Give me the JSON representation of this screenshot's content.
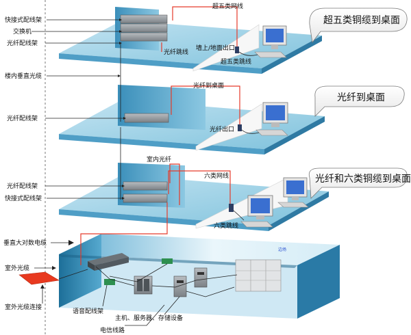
{
  "left_labels": {
    "quick_patch_panel_1": "快接式配线架",
    "switch": "交换机",
    "fiber_patch_panel_1": "光纤配线架",
    "vertical_fiber": "楼内垂直光缆",
    "fiber_patch_panel_2": "光纤配线架",
    "fiber_patch_panel_3": "光纤配线架",
    "quick_patch_panel_2": "快接式配线架",
    "vertical_copper_cable": "垂直大对数电缆",
    "outdoor_fiber": "室外光缆",
    "outdoor_fiber_connect": "室外光缆连接"
  },
  "floor1": {
    "cat5e_cable": "超五类网线",
    "fiber_patch_cord": "光纤跳线",
    "wall_outlet": "墙上/地面出口",
    "cat5e_patch_cord": "超五类跳线",
    "callout": "超五类铜缆到桌面"
  },
  "floor2": {
    "fiber_to_desk": "光纤到桌面",
    "fiber_outlet": "光纤出口",
    "callout": "光纤到桌面"
  },
  "floor3": {
    "indoor_fiber": "室内光纤",
    "cat6_cable": "六类网线",
    "cat6_patch_cord": "六类跳线",
    "callout": "光纤和六类铜缆到桌面"
  },
  "basement": {
    "voice_patch_panel": "语音配线架",
    "hosts_servers": "主机、服务器、存储设备",
    "telecom_line": "电信线路",
    "edge_mark": "边场"
  }
}
